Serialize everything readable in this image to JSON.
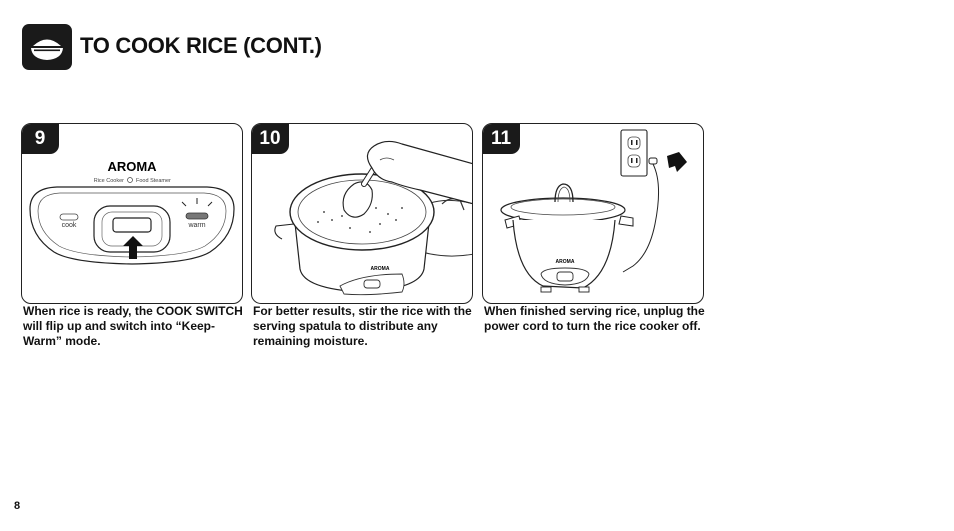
{
  "header": {
    "title": "TO COOK RICE (CONT.)",
    "icon": "rice-bowl-icon"
  },
  "steps": [
    {
      "number": "9",
      "caption": "When rice is ready, the COOK SWITCH will flip up and switch into “Keep-Warm” mode.",
      "panel": {
        "brand": "AROMA",
        "subtitle_left": "Rice Cooker",
        "subtitle_right": "Food Steamer",
        "cook_label": "cook",
        "warm_label": "warm"
      }
    },
    {
      "number": "10",
      "caption": "For better results, stir the rice with the serving spatula to distribute any remaining moisture.",
      "panel": {
        "brand": "AROMA"
      }
    },
    {
      "number": "11",
      "caption": "When finished serving rice, unplug the power cord to turn the rice cooker off.",
      "panel": {
        "brand": "AROMA"
      }
    }
  ],
  "footer": {
    "page_number": "8"
  },
  "colors": {
    "badge": "#1a1a1a",
    "outline": "#222222",
    "warm_light": "#777777"
  }
}
